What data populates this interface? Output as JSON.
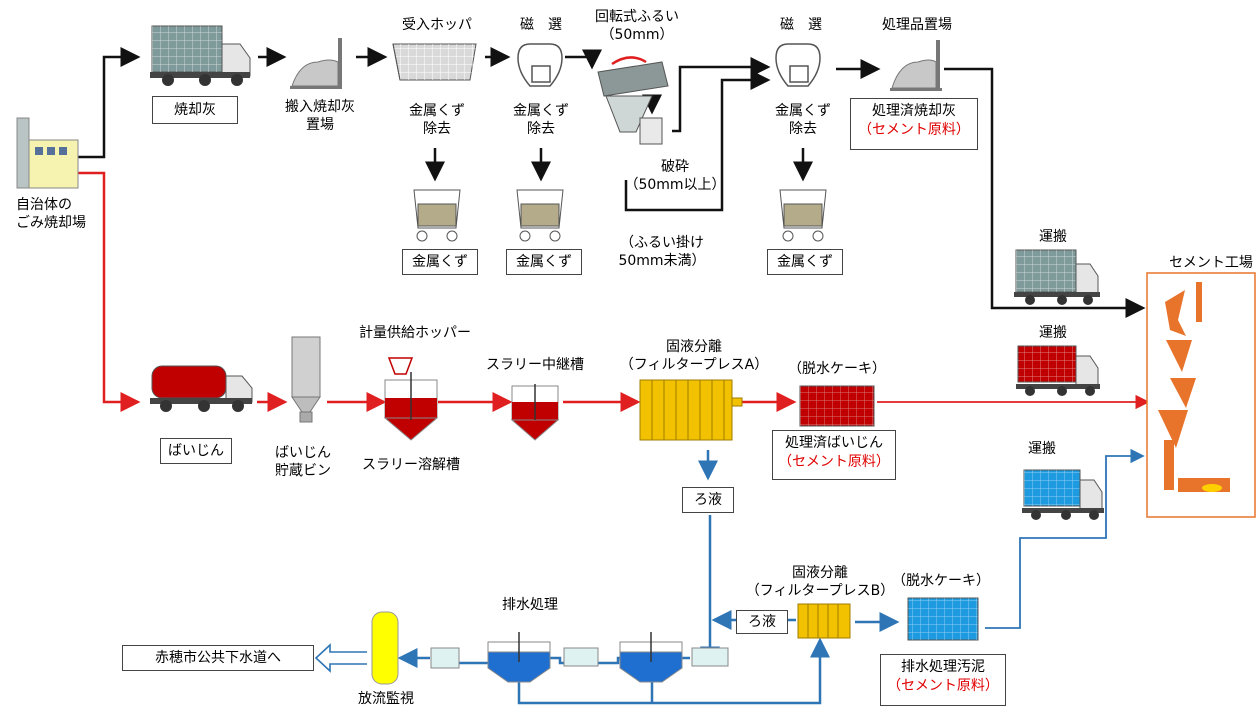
{
  "colors": {
    "black": "#111111",
    "red": "#e02020",
    "blue": "#2e75b6",
    "cement": "#e8732a",
    "gold": "#f2c200",
    "truck_gray": "#7f9a9a",
    "truck_red": "#c00000",
    "truck_blue": "#1e9be0"
  },
  "source": {
    "label": "自治体の\nごみ焼却場"
  },
  "ash_line": {
    "incinerator_ash": "焼却灰",
    "ash_yard": "搬入焼却灰\n置場",
    "hopper_title": "受入ホッパ",
    "hopper_sub": "金属くず\n除去",
    "mag1_title": "磁　選",
    "mag1_sub": "金属くず\n除去",
    "screen_title": "回転式ふるい\n（50mm）",
    "crush": "破砕\n（50mm以上）",
    "sieve_note": "（ふるい掛け\n50mm未満）",
    "mag2_title": "磁　選",
    "mag2_sub": "金属くず\n除去",
    "yard_title": "処理品置場",
    "treated_ash": "処理済焼却灰",
    "cement_raw": "（セメント原料）",
    "scrap1": "金属くず",
    "scrap2": "金属くず",
    "scrap3": "金属くず",
    "transport": "運搬"
  },
  "dust_line": {
    "dust": "ばいじん",
    "silo": "ばいじん\n貯蔵ビン",
    "meter_hopper": "計量供給ホッパー",
    "slurry_tank": "スラリー溶解槽",
    "relay_tank": "スラリー中継槽",
    "press_a": "固液分離\n（フィルタープレスA）",
    "cake_a": "（脱水ケーキ）",
    "treated_dust": "処理済ばいじん",
    "cement_raw": "（セメント原料）",
    "transport": "運搬",
    "filtrate": "ろ液"
  },
  "water_line": {
    "press_b": "固液分離\n（フィルタープレスB）",
    "filtrate": "ろ液",
    "cake_b": "（脱水ケーキ）",
    "sludge": "排水処理汚泥",
    "cement_raw": "（セメント原料）",
    "treatment": "排水処理",
    "monitor": "放流監視",
    "sewer": "赤穂市公共下水道へ",
    "transport": "運搬"
  },
  "cement_plant": {
    "label": "セメント工場"
  }
}
